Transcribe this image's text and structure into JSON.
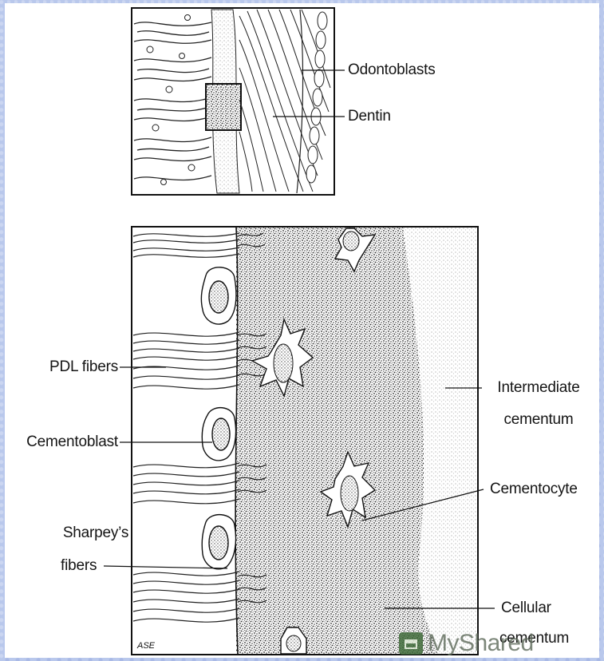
{
  "labels": {
    "odontoblasts": "Odontoblasts",
    "dentin": "Dentin",
    "pdl_fibers": "PDL fibers",
    "cementoblast": "Cementoblast",
    "sharpeys_line1": "Sharpey’s",
    "sharpeys_line2": "fibers",
    "intermediate_line1": "Intermediate",
    "intermediate_line2": "cementum",
    "cementocyte": "Cementocyte",
    "cellular_line1": "Cellular",
    "cellular_line2": "cementum"
  },
  "signature": "ASE",
  "watermark": {
    "text": "MyShared",
    "icon": "presentation-board-icon"
  },
  "colors": {
    "background": "#b9c8ec",
    "panel": "#ffffff",
    "ink": "#141414",
    "watermark_green": "#3f6a39"
  }
}
